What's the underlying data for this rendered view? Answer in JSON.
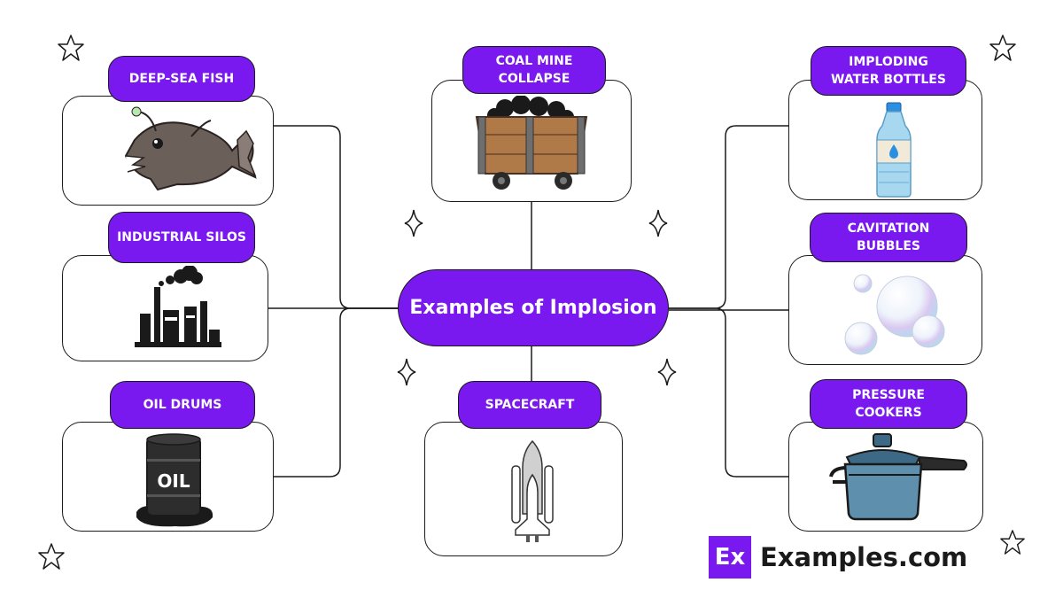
{
  "title": "Examples of Implosion",
  "brand": {
    "badge": "Ex",
    "name": "Examples.com"
  },
  "colors": {
    "accent": "#7a18f0",
    "outline": "#1a1a1a",
    "background": "#ffffff"
  },
  "examples": [
    {
      "label": "DEEP-SEA FISH",
      "icon": "anglerfish-icon"
    },
    {
      "label": "INDUSTRIAL SILOS",
      "icon": "factory-silos-icon"
    },
    {
      "label": "OIL DRUMS",
      "icon": "oil-drum-icon"
    },
    {
      "label": "COAL MINE\nCOLLAPSE",
      "icon": "mine-cart-icon"
    },
    {
      "label": "SPACECRAFT",
      "icon": "space-shuttle-icon"
    },
    {
      "label": "IMPLODING\nWATER BOTTLES",
      "icon": "water-bottle-icon"
    },
    {
      "label": "CAVITATION\nBUBBLES",
      "icon": "bubbles-icon"
    },
    {
      "label": "PRESSURE\nCOOKERS",
      "icon": "pressure-cooker-icon"
    }
  ],
  "decorations": [
    "star-icon",
    "sparkle-icon"
  ]
}
